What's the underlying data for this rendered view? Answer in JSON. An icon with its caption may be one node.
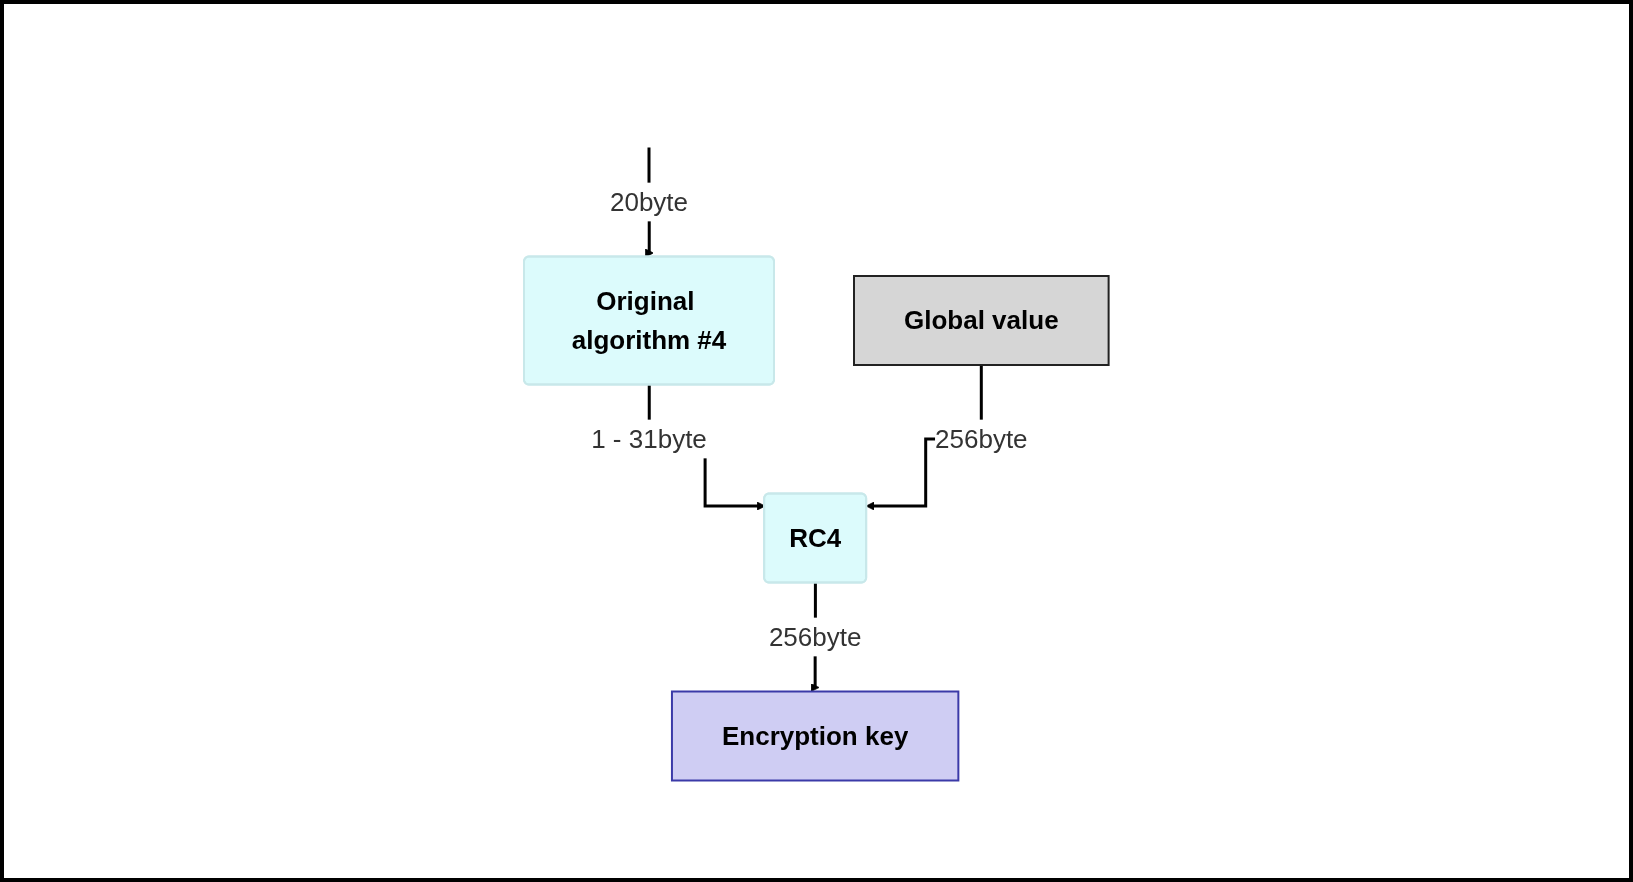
{
  "diagram": {
    "nodes": [
      {
        "text": [
          "Original algorithm #4"
        ]
      },
      {
        "text": [
          "Global value"
        ]
      },
      {
        "text": [
          "RC4"
        ]
      },
      {
        "text": [
          "Encryption key"
        ]
      }
    ],
    "edges": [
      {
        "from": null,
        "to": 0,
        "arrow": "to",
        "label": "20byte"
      },
      {
        "from": 0,
        "to": 2,
        "arrow": "to",
        "label": "1 - 31byte"
      },
      {
        "from": 1,
        "to": 2,
        "arrow": "to",
        "label": "256byte"
      },
      {
        "from": 2,
        "to": 3,
        "arrow": "to",
        "label": "256byte"
      }
    ]
  }
}
